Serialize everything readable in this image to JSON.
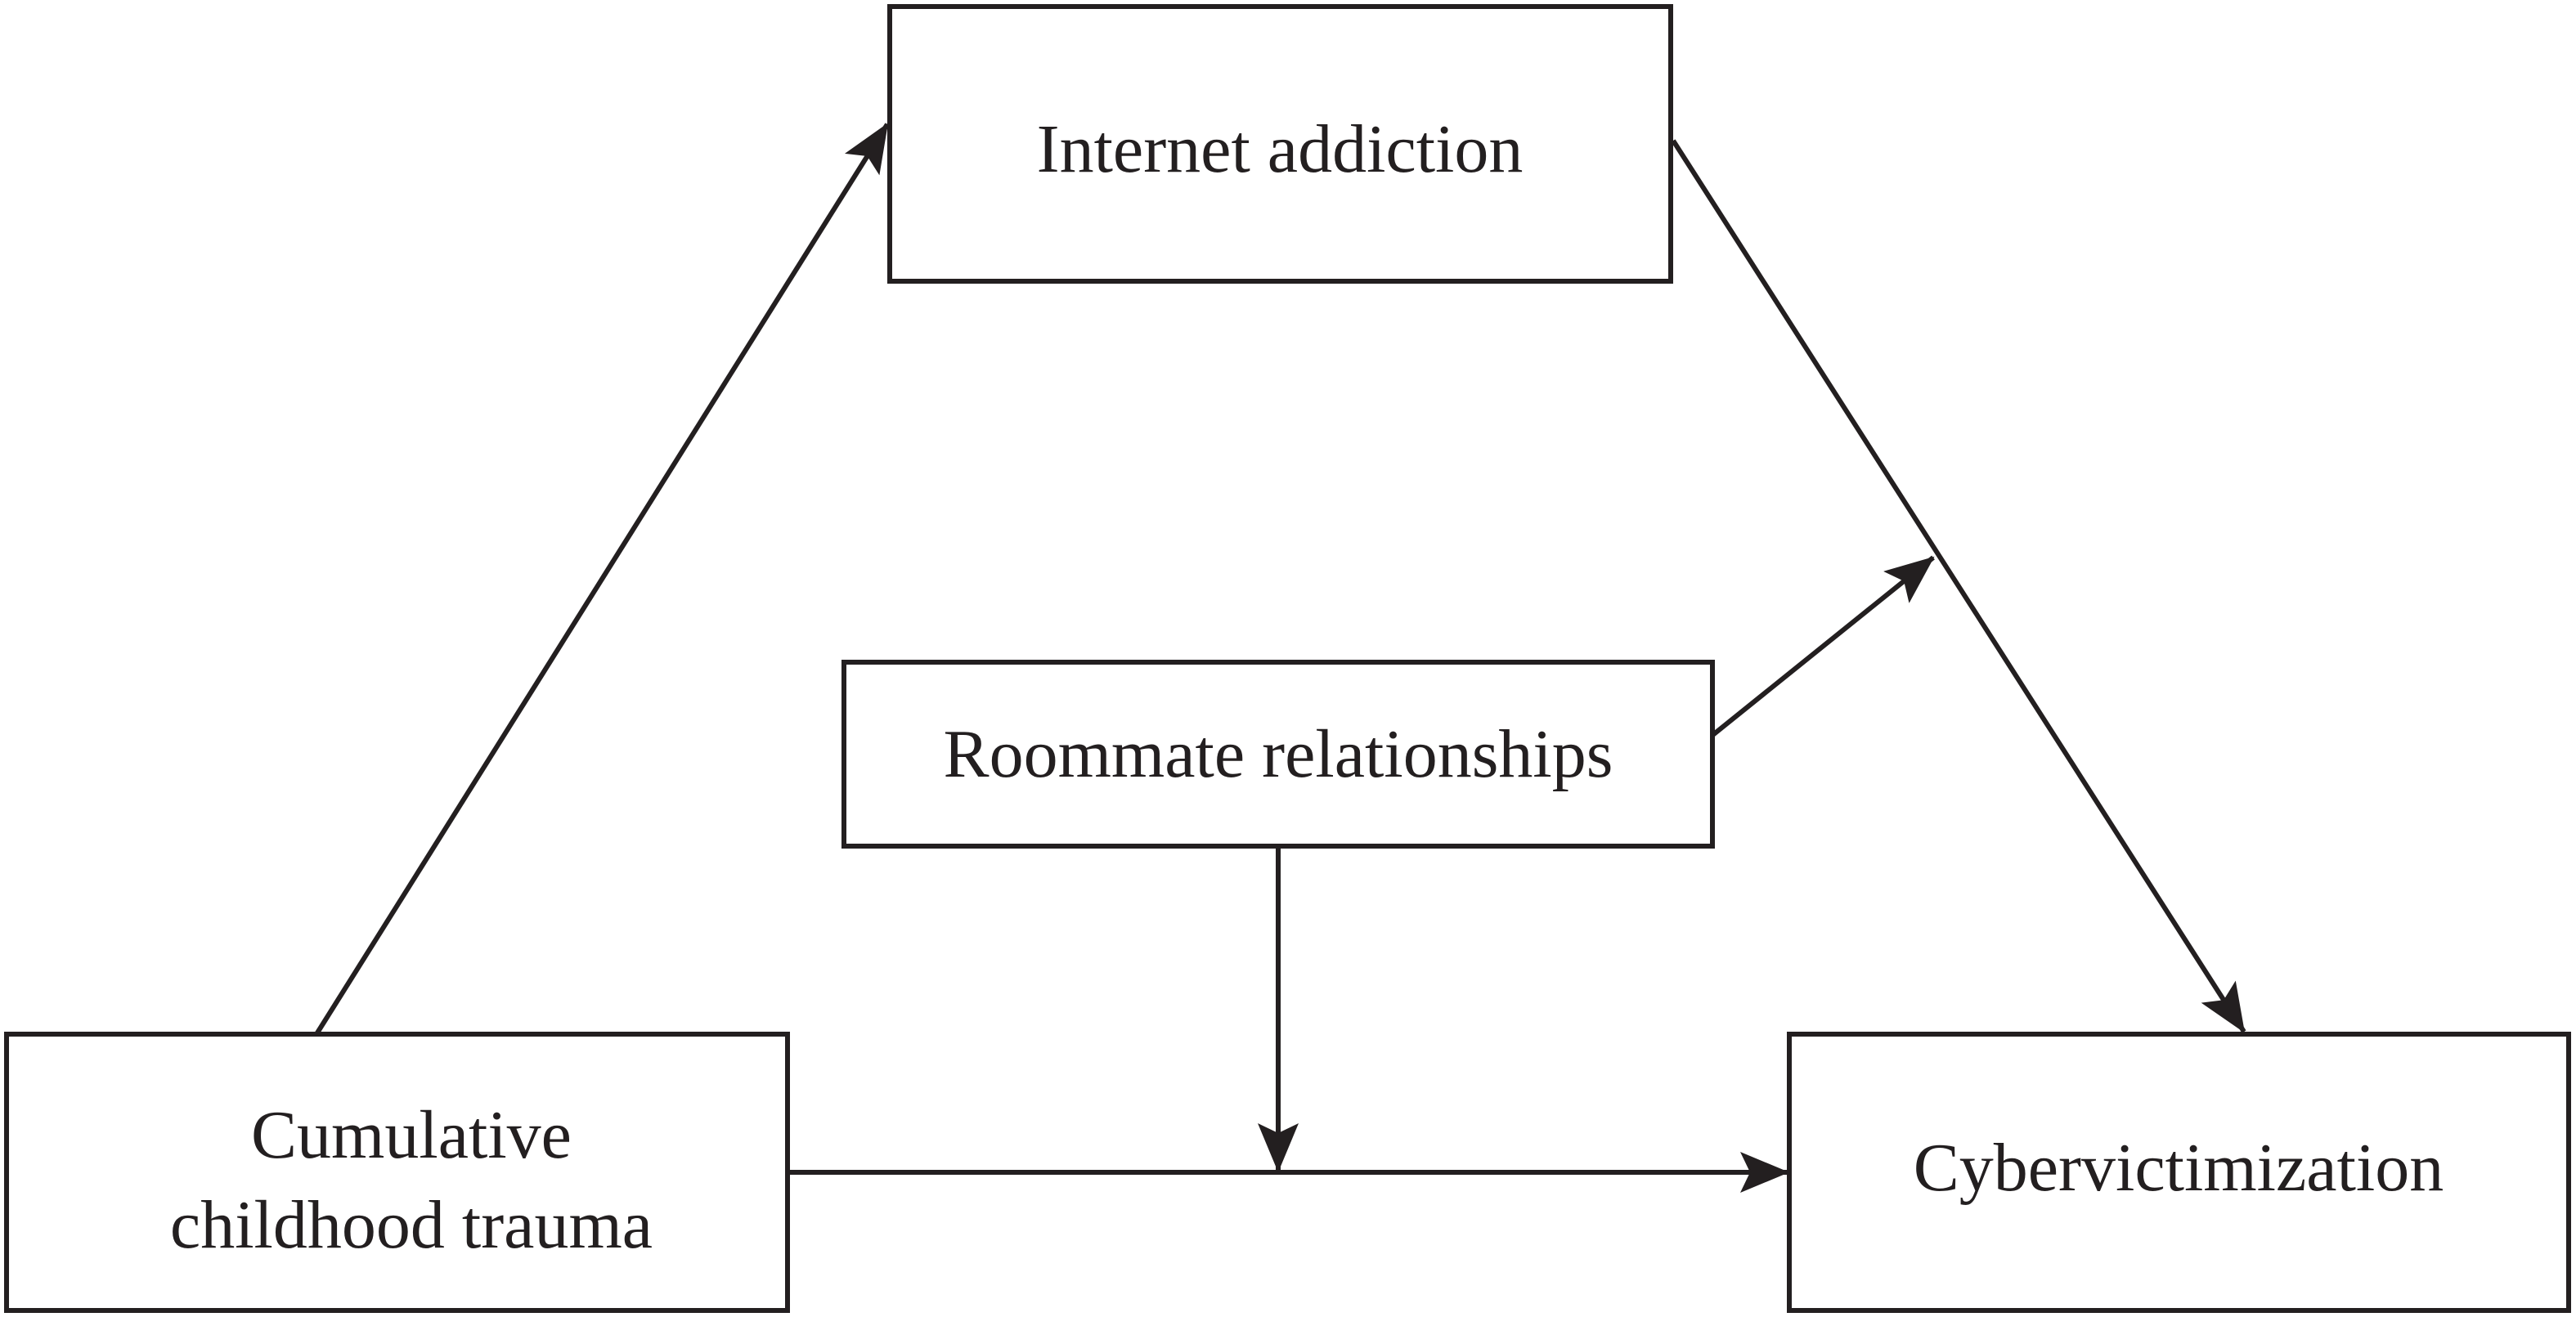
{
  "colors": {
    "ink": "#231f20",
    "background": "#ffffff"
  },
  "nodes": {
    "internet_addiction": {
      "lines": [
        "Internet addiction"
      ]
    },
    "roommate_relationships": {
      "lines": [
        "Roommate relationships"
      ]
    },
    "cumulative_childhood_trauma": {
      "lines": [
        "Cumulative",
        "childhood trauma"
      ]
    },
    "cybervictimization": {
      "lines": [
        "Cybervictimization"
      ]
    }
  },
  "edges": [
    {
      "from": "cumulative_childhood_trauma",
      "to": "internet_addiction",
      "type": "path"
    },
    {
      "from": "internet_addiction",
      "to": "cybervictimization",
      "type": "path"
    },
    {
      "from": "cumulative_childhood_trauma",
      "to": "cybervictimization",
      "type": "path"
    },
    {
      "from": "roommate_relationships",
      "to": "internet_addiction -> cybervictimization",
      "type": "moderation"
    },
    {
      "from": "roommate_relationships",
      "to": "cumulative_childhood_trauma -> cybervictimization",
      "type": "moderation"
    }
  ]
}
